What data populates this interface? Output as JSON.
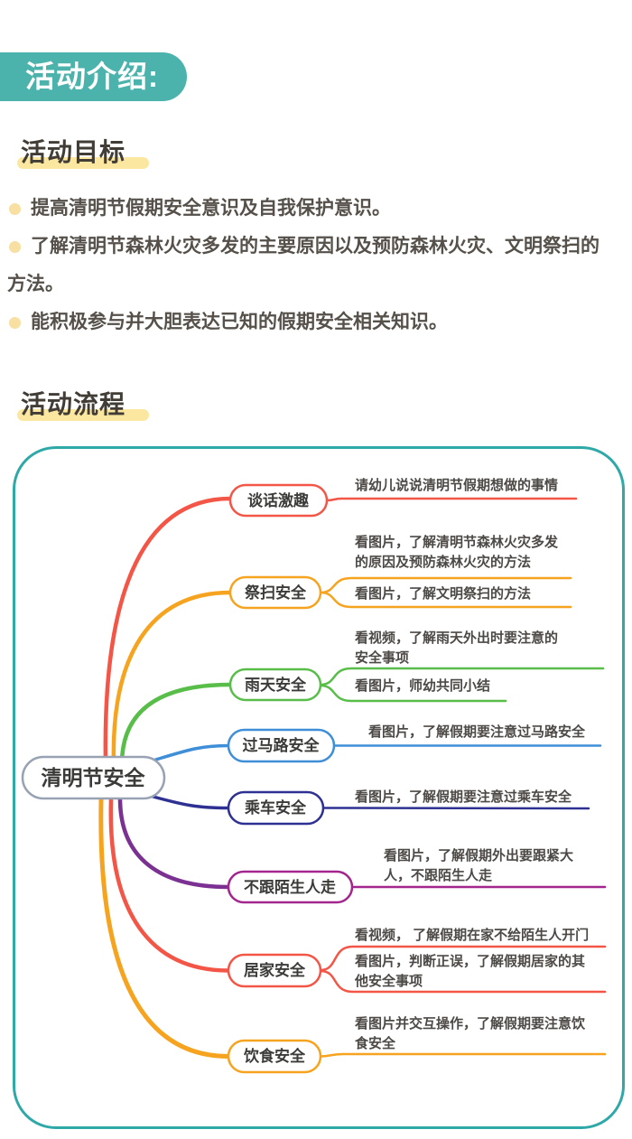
{
  "header": {
    "banner_label": "活动介绍:",
    "banner_bg": "#4cb2ac"
  },
  "sections": {
    "goals": {
      "title": "活动目标",
      "bullets": [
        "提高清明节假期安全意识及自我保护意识。",
        "了解清明节森林火灾多发的主要原因以及预防森林火灾、文明祭扫的方法。",
        "能积极参与并大胆表达已知的假期安全相关知识。"
      ]
    },
    "process": {
      "title": "活动流程"
    }
  },
  "mindmap": {
    "root": {
      "label": "清明节安全",
      "border_color": "#98a2b3"
    },
    "branches": [
      {
        "label": "谈话激趣",
        "color": "#f35647",
        "line_color": "#f35647",
        "leaves": [
          "请幼儿说说清明节假期想做的事情"
        ]
      },
      {
        "label": "祭扫安全",
        "color": "#f6a41f",
        "line_color": "#f6a41f",
        "leaves": [
          "看图片，了解清明节森林火灾多发的原因及预防森林火灾的方法",
          "看图片，了解文明祭扫的方法"
        ]
      },
      {
        "label": "雨天安全",
        "color": "#58be49",
        "line_color": "#58be49",
        "leaves": [
          "看视频，了解雨天外出时要注意的安全事项",
          "看图片，师幼共同小结"
        ]
      },
      {
        "label": "过马路安全",
        "color": "#3f8ed8",
        "line_color": "#3f8ed8",
        "leaves": [
          "看图片，了解假期要注意过马路安全"
        ]
      },
      {
        "label": "乘车安全",
        "color": "#2e3192",
        "line_color": "#2e3192",
        "leaves": [
          "看图片，了解假期要注意过乘车安全"
        ]
      },
      {
        "label": "不跟陌生人走",
        "color": "#a2268e",
        "line_color": "#7b3191",
        "leaves": [
          "看图片，了解假期外出要跟紧大人，不跟陌生人走"
        ]
      },
      {
        "label": "居家安全",
        "color": "#f35647",
        "line_color": "#f35647",
        "leaves": [
          "看视频， 了解假期在家不给陌生人开门",
          "看图片，判断正误，了解假期居家的其他安全事项"
        ]
      },
      {
        "label": "饮食安全",
        "color": "#f6a41f",
        "line_color": "#f6a41f",
        "leaves": [
          "看图片并交互操作，了解假期要注意饮食安全"
        ]
      }
    ]
  },
  "colors": {
    "container_border": "#2fa8a8",
    "highlight": "#fbe7a0",
    "bullet_dot": "#f8dfa2",
    "heading_text": "#413c35",
    "body_text": "#55504a"
  }
}
